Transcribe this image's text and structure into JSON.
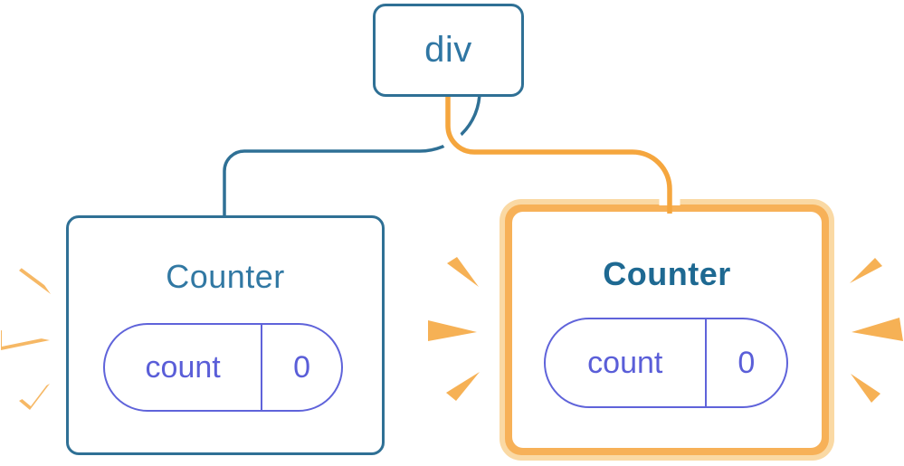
{
  "diagram": {
    "description": "React component tree: a div parent with two Counter children; the right Counter and its edge are highlighted in orange with state sparks",
    "root_node": {
      "label": "div"
    },
    "left_counter": {
      "title": "Counter",
      "highlighted": false,
      "state_pill": {
        "key": "count",
        "value": "0"
      },
      "sparks": "white-spark-burst-left-side"
    },
    "right_counter": {
      "title": "Counter",
      "highlighted": true,
      "state_pill": {
        "key": "count",
        "value": "0"
      },
      "sparks": "orange-spark-burst-both-sides"
    }
  },
  "colors": {
    "background": "#FFFFFF",
    "node_border_blue": "#2F7095",
    "node_text_blue": "#2F76A3",
    "title_blue_left": "#3178A3",
    "title_blue_right": "#1E6992",
    "edge_blue": "#2F7095",
    "edge_orange": "#F5A63E",
    "edge_casing_white": "#FFFFFF",
    "highlight_ring_outer": "#FAD9A4",
    "highlight_ring_inner": "#F7B158",
    "pill_purple": "#5A5ED8",
    "pill_border_purple": "#5F63DA",
    "spark_orange": "#F6B155",
    "spark_white": "#FFFFFF"
  }
}
